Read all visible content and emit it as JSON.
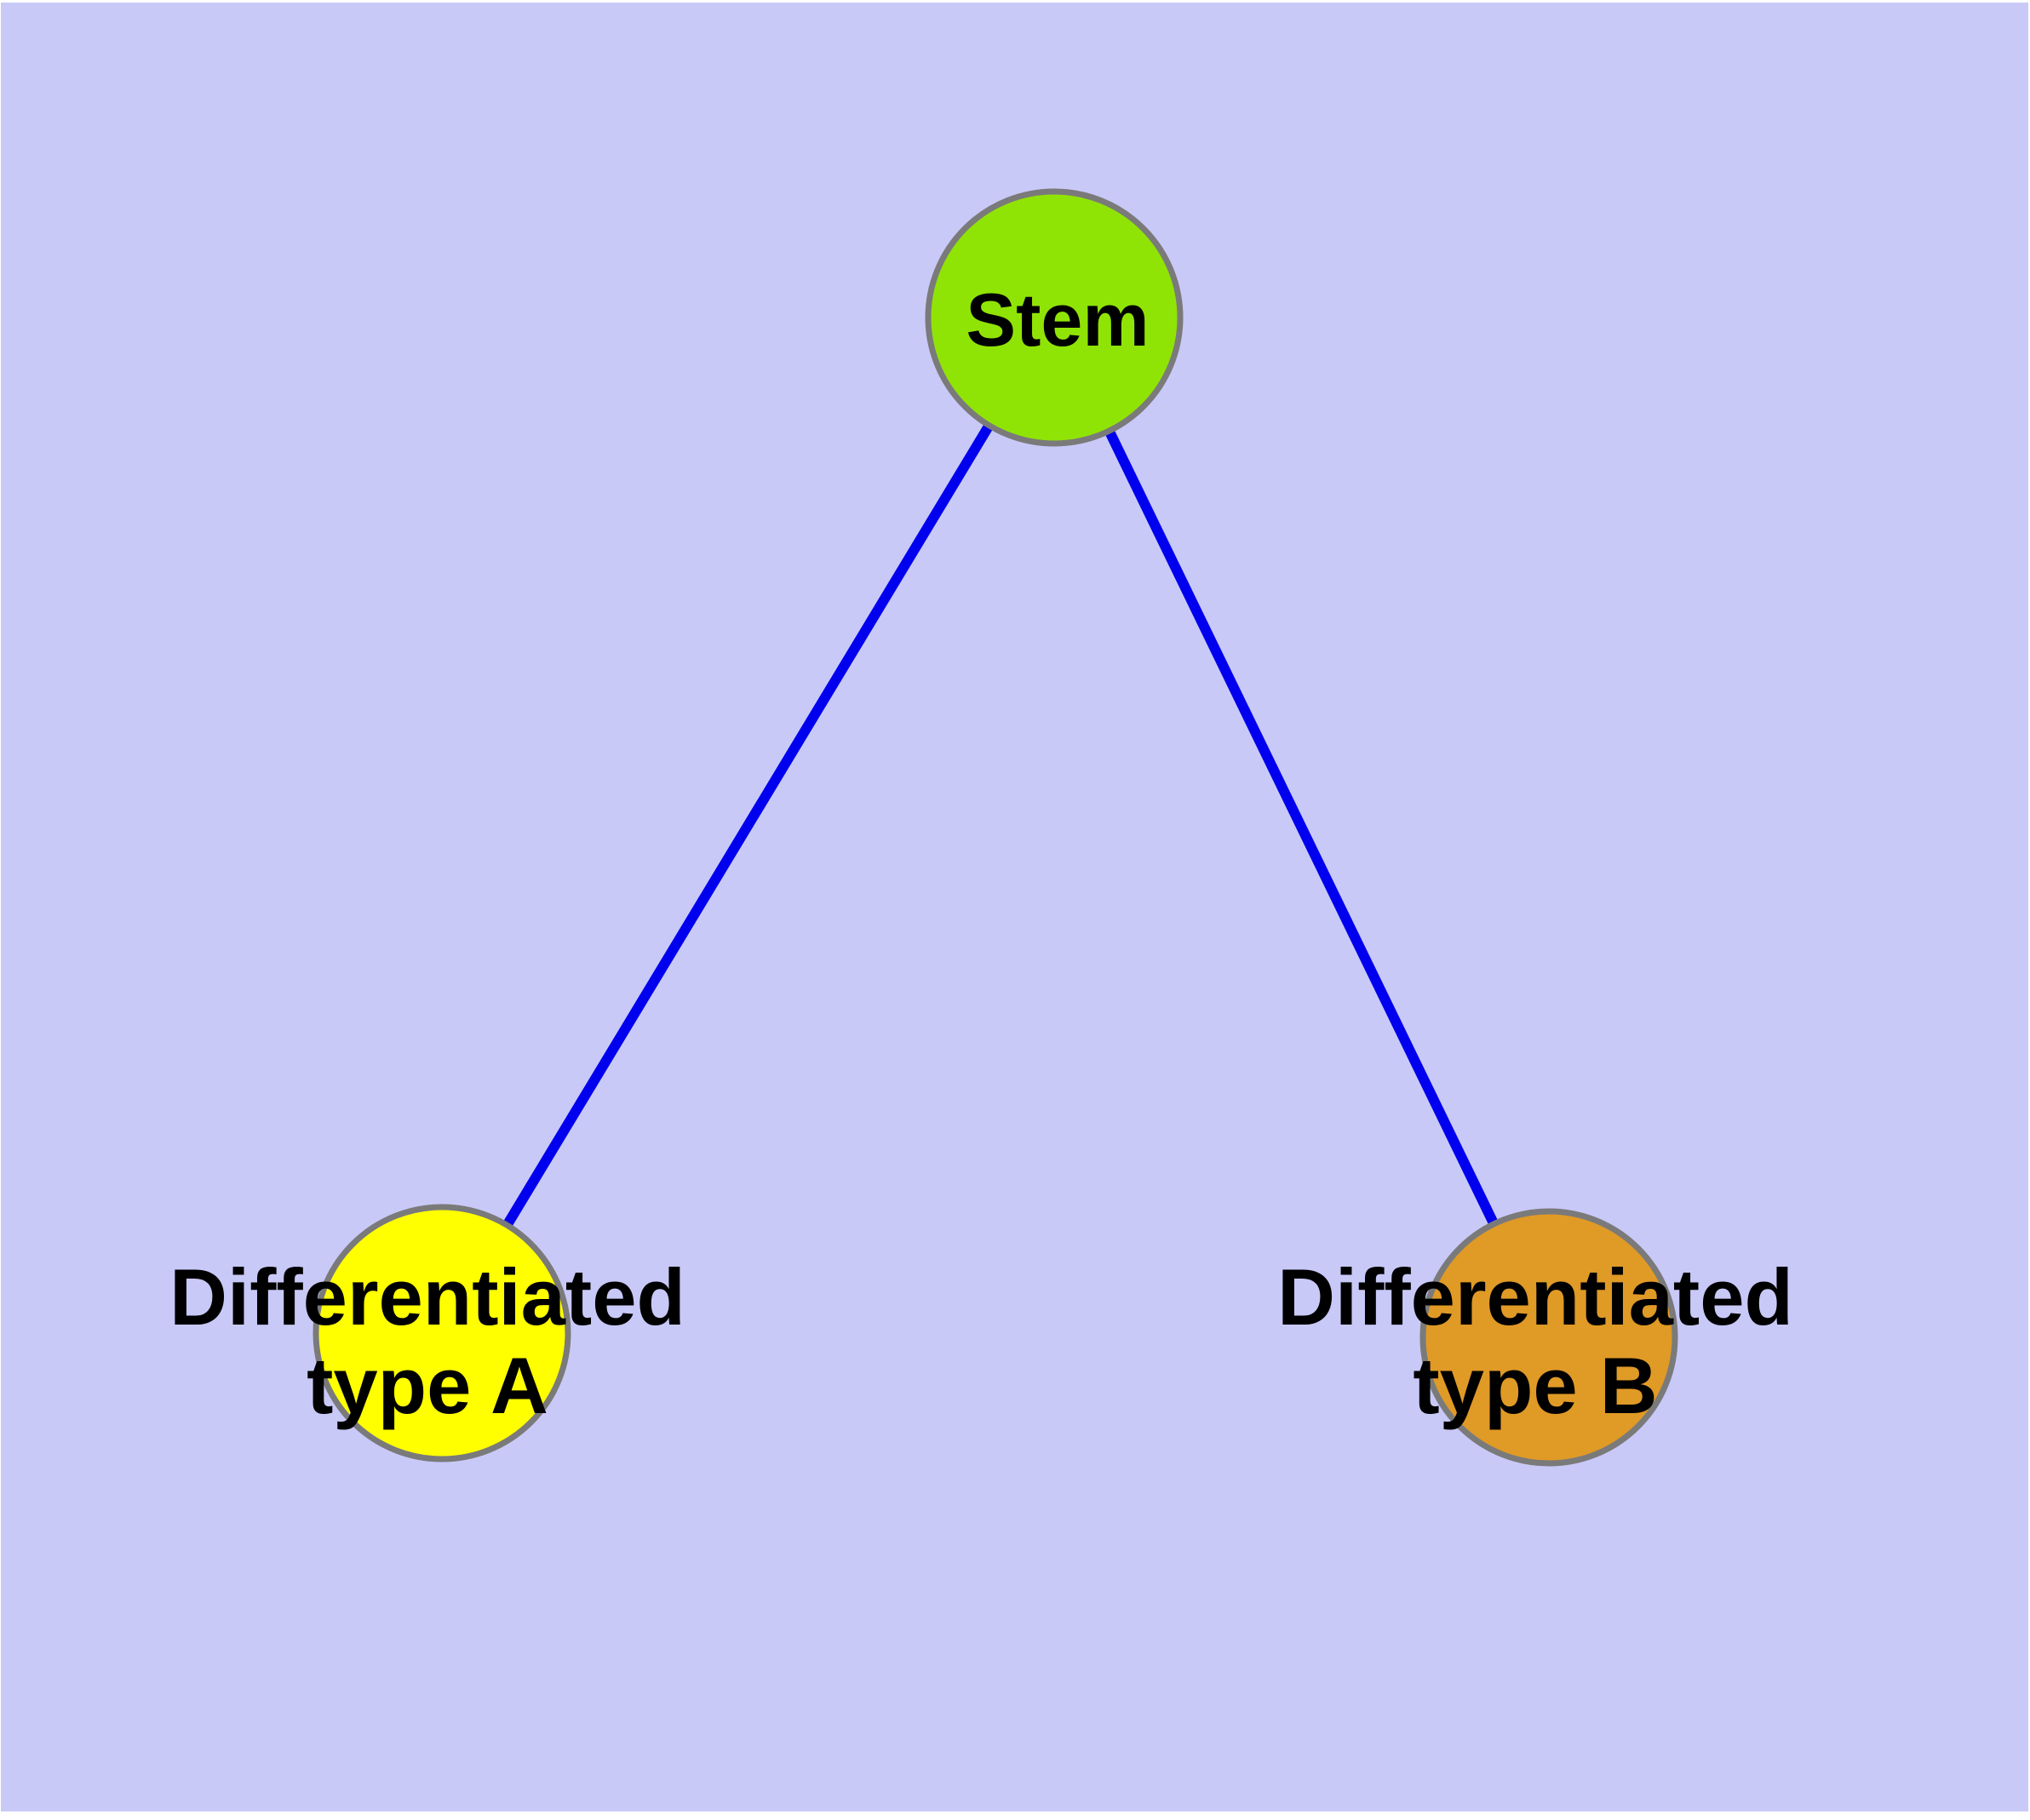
{
  "diagram": {
    "background_color": "#c9c9f8",
    "page_background": "#ffffff",
    "edge_color": "#0000ee",
    "node_border_color": "#7a7a7a",
    "label_color": "#000000",
    "nodes": [
      {
        "id": "stem",
        "label": "Stem",
        "lines": [
          "Stem"
        ],
        "fill": "#90e405"
      },
      {
        "id": "differentiated-type-a",
        "label": "Differentiated type A",
        "lines": [
          "Differentiated",
          "type A"
        ],
        "fill": "#ffff00"
      },
      {
        "id": "differentiated-type-b",
        "label": "Differentiated type B",
        "lines": [
          "Differentiated",
          "type B"
        ],
        "fill": "#e09a26"
      }
    ],
    "edges": [
      {
        "from": "Stem",
        "to": "Differentiated type A"
      },
      {
        "from": "Stem",
        "to": "Differentiated type B"
      }
    ]
  }
}
